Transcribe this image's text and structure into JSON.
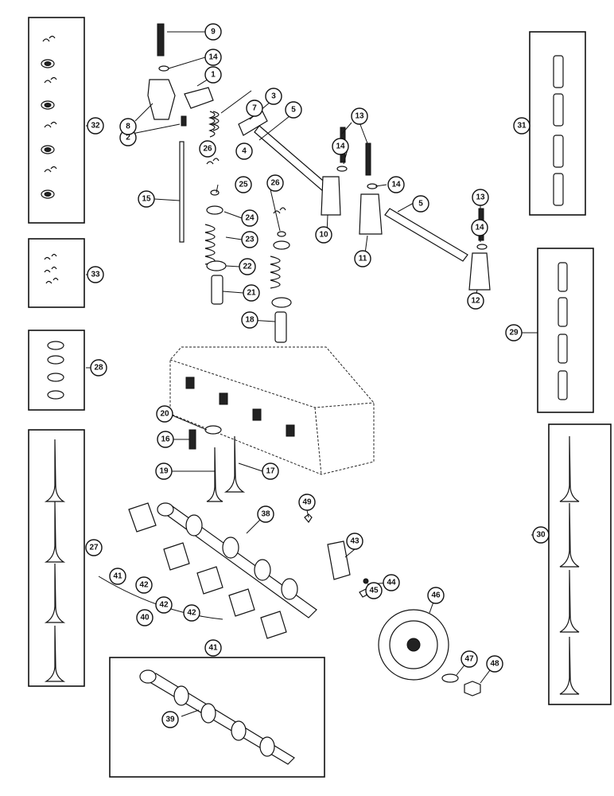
{
  "diagram": {
    "callouts": [
      "1",
      "2",
      "3",
      "4",
      "5",
      "5",
      "7",
      "8",
      "9",
      "10",
      "11",
      "12",
      "13",
      "13",
      "14",
      "14",
      "14",
      "14",
      "15",
      "16",
      "17",
      "18",
      "19",
      "20",
      "21",
      "22",
      "23",
      "24",
      "25",
      "26",
      "26",
      "27",
      "28",
      "29",
      "30",
      "31",
      "32",
      "33",
      "38",
      "39",
      "40",
      "41",
      "41",
      "42",
      "42",
      "42",
      "43",
      "44",
      "45",
      "46",
      "47",
      "48",
      "49"
    ]
  }
}
